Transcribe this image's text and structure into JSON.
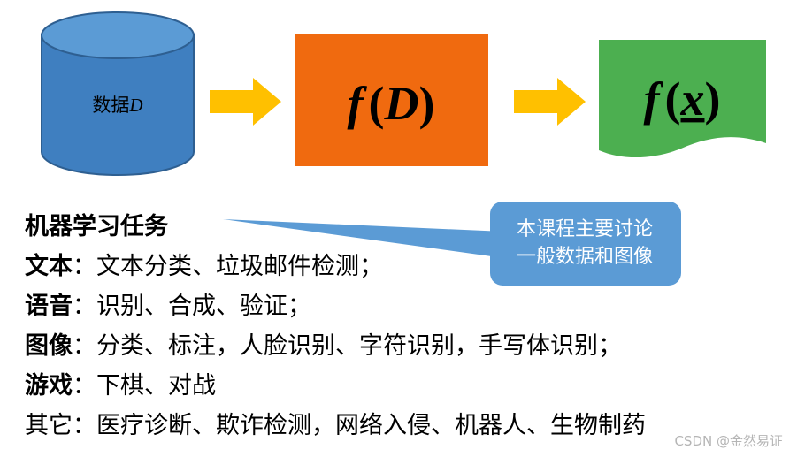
{
  "pipeline": {
    "data_label": "数据",
    "data_symbol": "D",
    "function_box": {
      "f": "f",
      "open": "(",
      "arg": "D",
      "close": ")"
    },
    "result_box": {
      "f": "f",
      "open": "(",
      "arg": "x",
      "close": ")"
    }
  },
  "tasks": {
    "title": "机器学习任务",
    "items": [
      {
        "label": "文本",
        "sep": "：",
        "desc": "文本分类、垃圾邮件检测；"
      },
      {
        "label": "语音",
        "sep": "：",
        "desc": "识别、合成、验证；"
      },
      {
        "label": "图像",
        "sep": "：",
        "desc": "分类、标注，人脸识别、字符识别，手写体识别；"
      },
      {
        "label": "游戏",
        "sep": "：",
        "desc": "下棋、对战"
      },
      {
        "label": "其它",
        "sep": "：",
        "desc": "医疗诊断、欺诈检测，网络入侵、机器人、生物制药"
      }
    ]
  },
  "callout": {
    "line1": "本课程主要讨论",
    "line2": "一般数据和图像"
  },
  "watermark": "CSDN @金然易证",
  "colors": {
    "cylinder": "#3f7fc0",
    "cylinder_top": "#5b9bd5",
    "cylinder_edge": "#2e5f91",
    "arrow": "#ffc000",
    "function_box": "#f06a0f",
    "result_box": "#4caf50",
    "callout": "#5b9bd5"
  },
  "icons": [
    "database-cylinder-icon",
    "arrow-right-icon",
    "document-shape-icon"
  ]
}
